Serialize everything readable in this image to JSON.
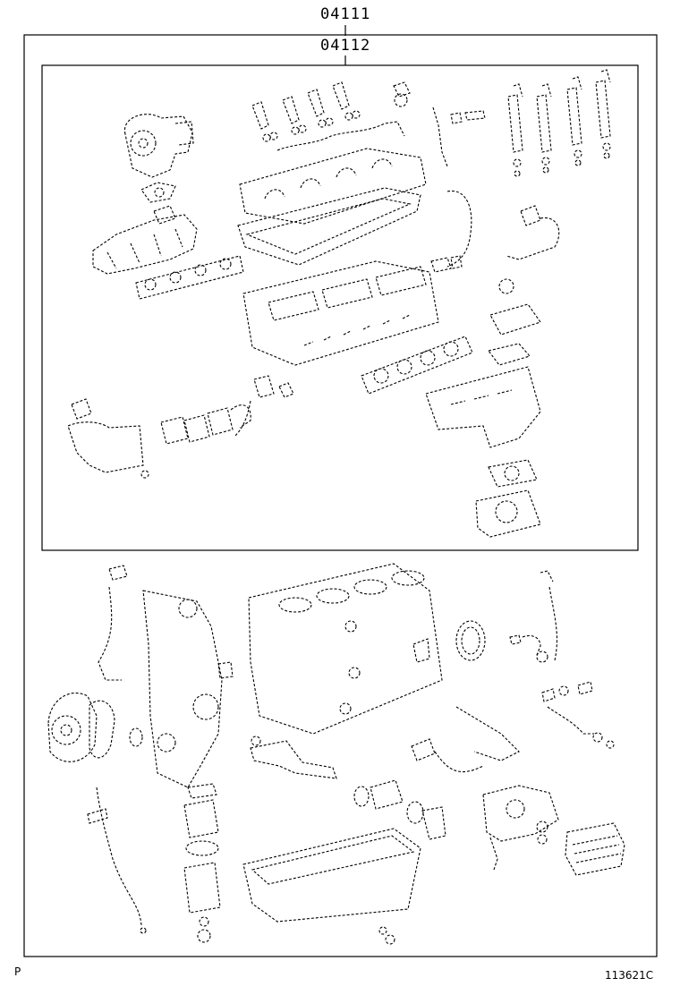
{
  "labels": {
    "outer_kit": "04111",
    "inner_kit": "04112"
  },
  "footer": {
    "left_code": "P",
    "figure_number": "113621C"
  },
  "colors": {
    "line": "#000000",
    "background": "#ffffff"
  }
}
